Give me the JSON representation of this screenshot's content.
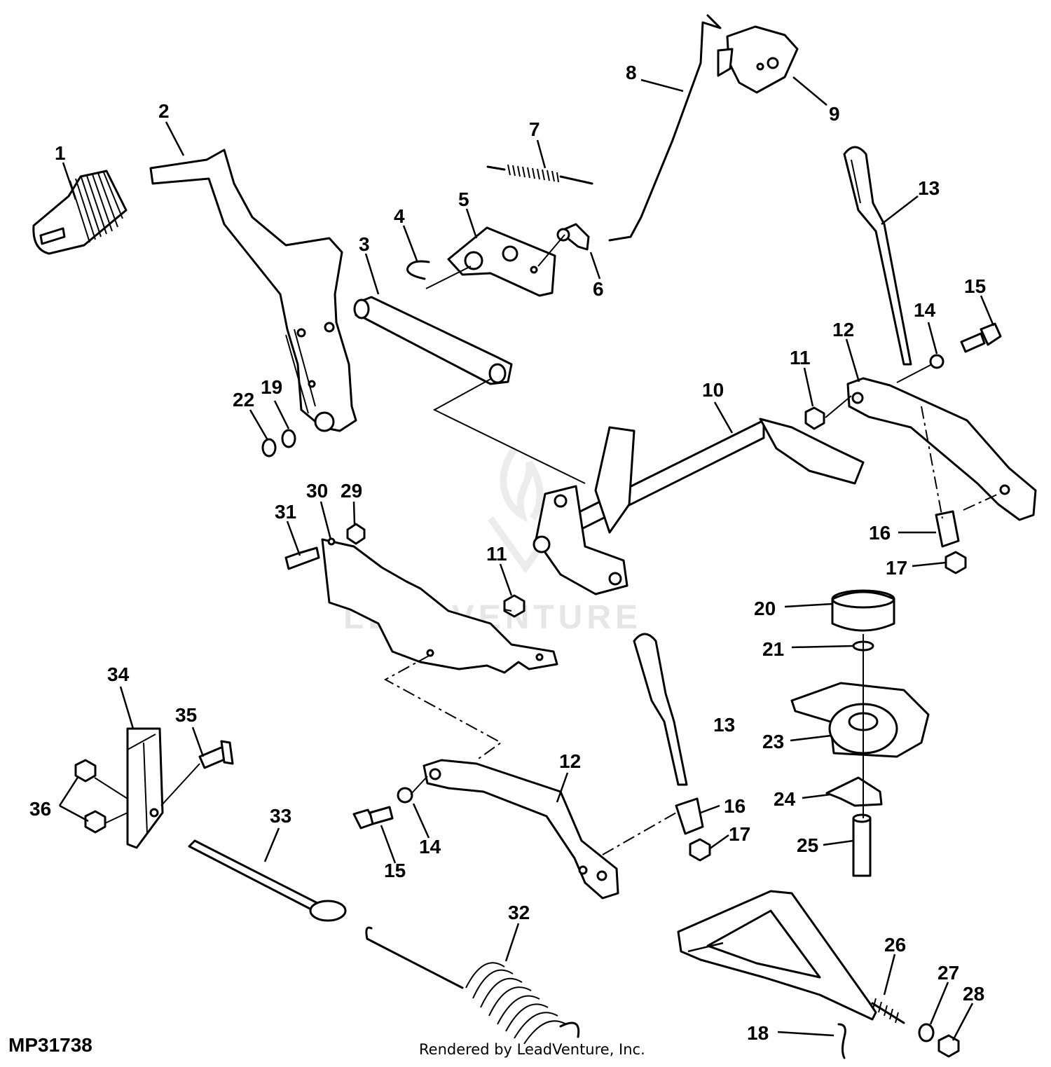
{
  "figure_id": "MP31738",
  "credit": "Rendered by LeadVenture, Inc.",
  "watermark": "LEADVENTURE",
  "callouts": [
    "1",
    "2",
    "3",
    "4",
    "5",
    "6",
    "7",
    "8",
    "9",
    "10",
    "11",
    "12",
    "13",
    "14",
    "15",
    "16",
    "17",
    "19",
    "22",
    "31",
    "30",
    "29",
    "11",
    "20",
    "21",
    "23",
    "13",
    "12",
    "16",
    "17",
    "24",
    "25",
    "34",
    "35",
    "36",
    "33",
    "14",
    "15",
    "32",
    "26",
    "27",
    "28",
    "18"
  ]
}
